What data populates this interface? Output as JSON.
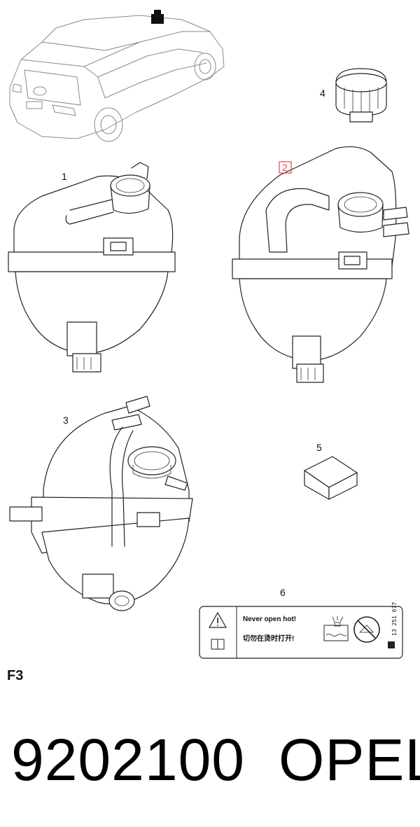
{
  "callouts": {
    "c1": "1",
    "c2": "2",
    "c3": "3",
    "c4": "4",
    "c5": "5",
    "c6": "6"
  },
  "highlighted_callout_color": "#e0474c",
  "warning_label": {
    "line1": "Never open hot!",
    "line2": "切勿在烫时打开!",
    "code": "13 251 677"
  },
  "section_label": "F3",
  "part_number": "9202100",
  "brand": "OPEL",
  "icons": [
    "warning-triangle-icon",
    "manual-book-icon",
    "coolant-reservoir-icon",
    "no-open-cap-icon"
  ]
}
